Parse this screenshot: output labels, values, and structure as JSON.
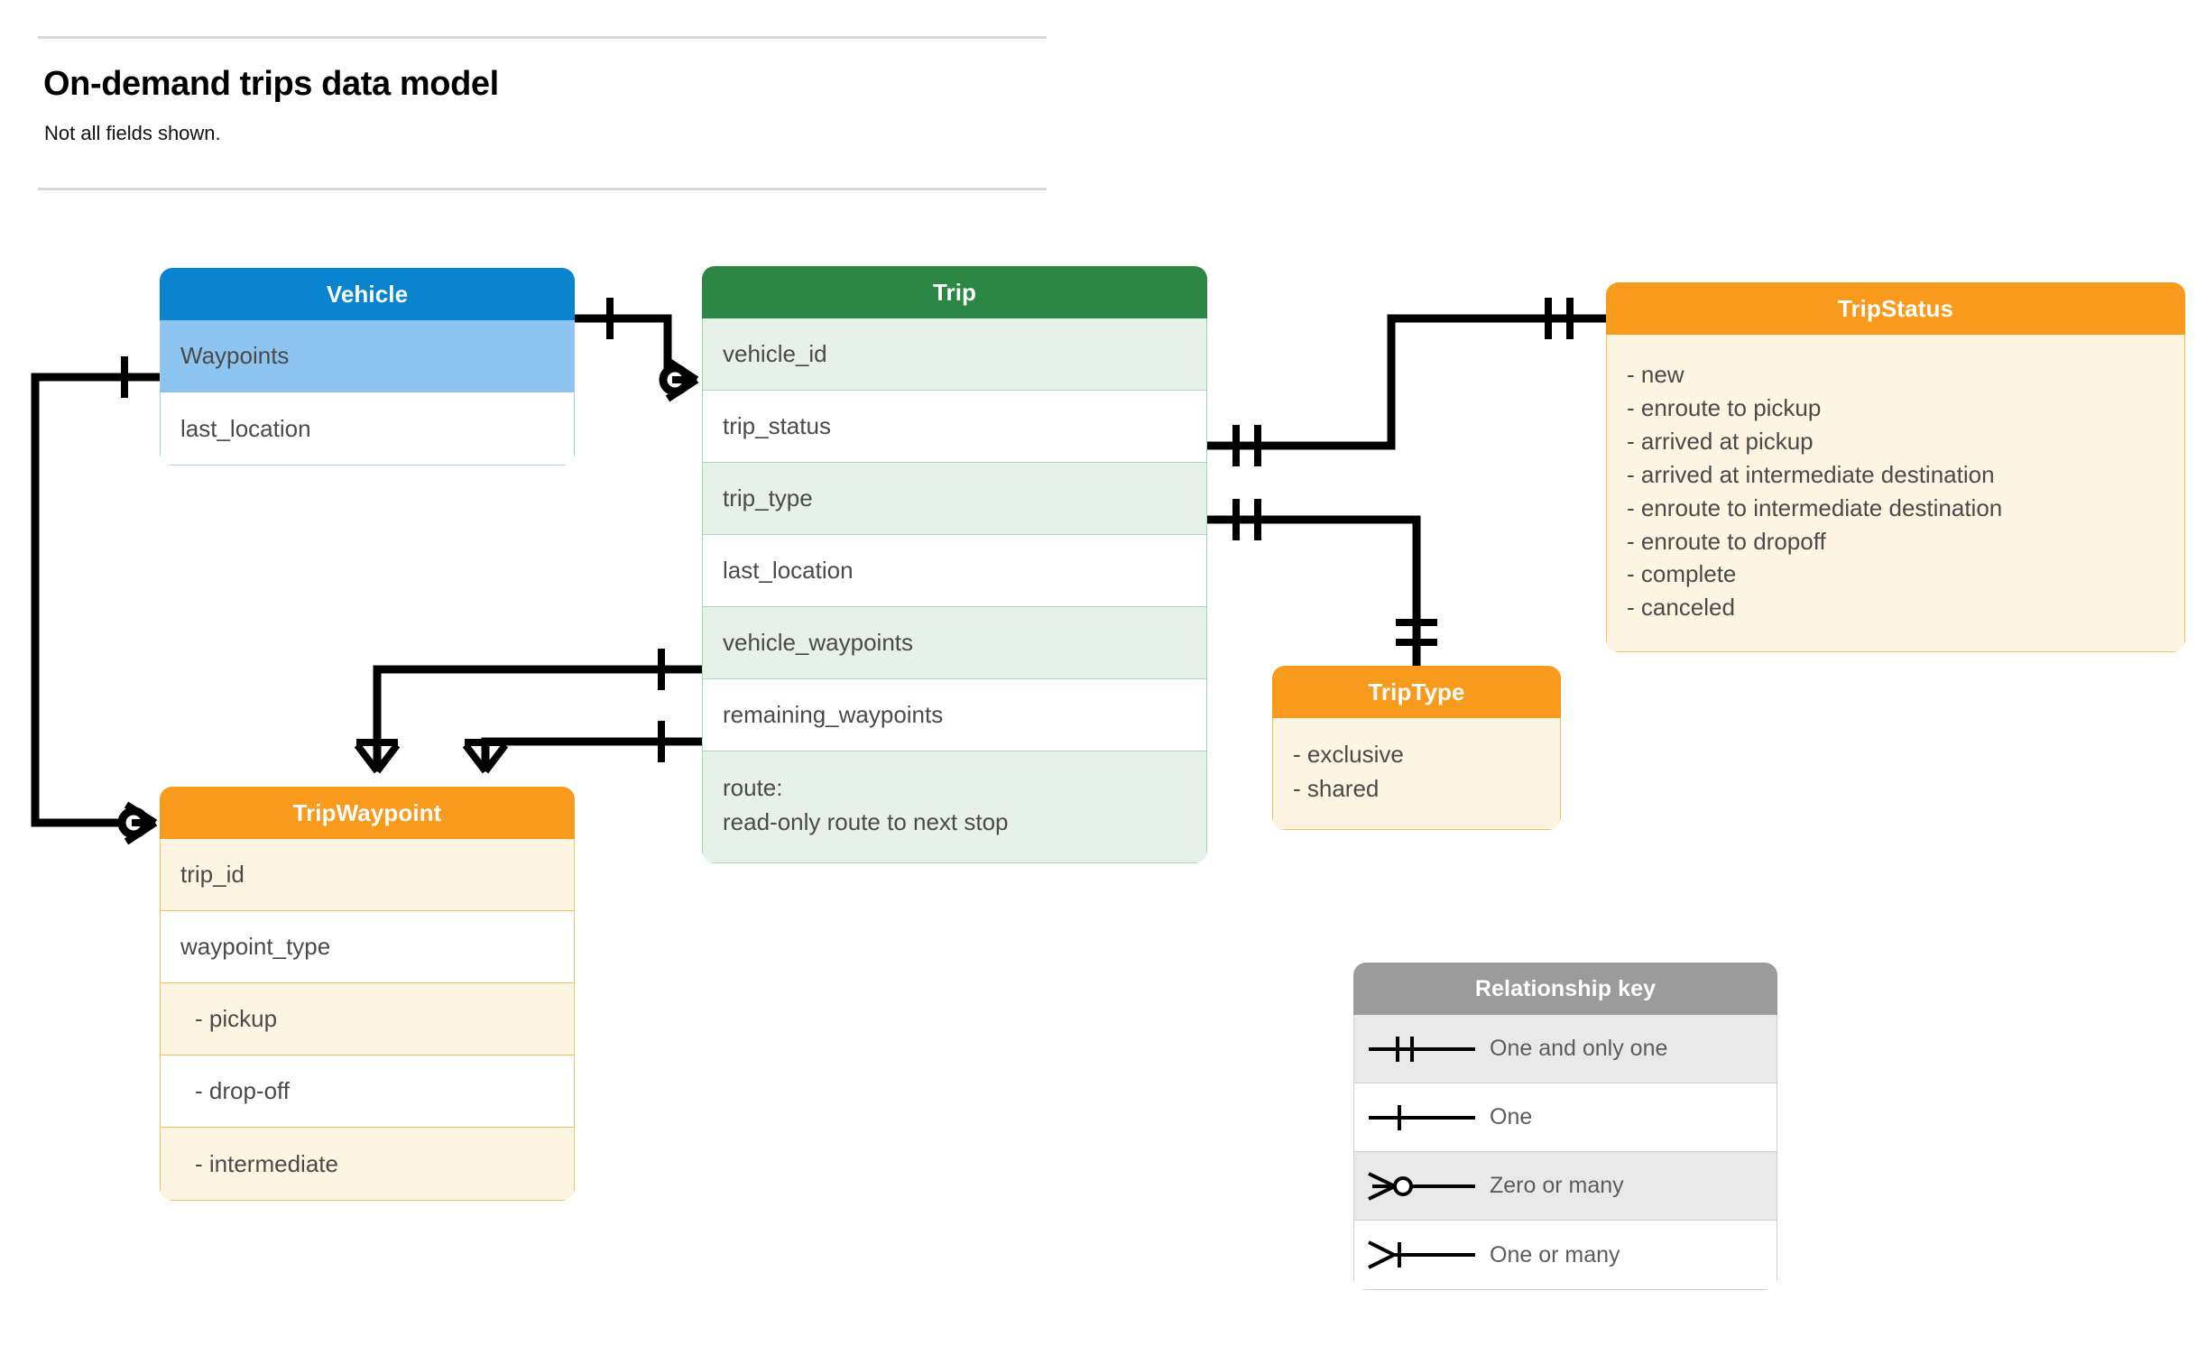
{
  "header": {
    "title": "On-demand trips data model",
    "subtitle": "Not all fields shown."
  },
  "entities": {
    "vehicle": {
      "name": "Vehicle",
      "header_color": "#0b84d0",
      "rows": [
        "Waypoints",
        "last_location"
      ]
    },
    "trip": {
      "name": "Trip",
      "header_color": "#2d8744",
      "rows": [
        "vehicle_id",
        "trip_status",
        "trip_type",
        "last_location",
        "vehicle_waypoints",
        "remaining_waypoints"
      ],
      "route_label": "route:",
      "route_desc": "read-only route to next stop"
    },
    "trip_status": {
      "name": "TripStatus",
      "header_color": "#f89a1c",
      "values": [
        "- new",
        "- enroute to pickup",
        "- arrived at pickup",
        "- arrived at intermediate destination",
        "- enroute to intermediate destination",
        "- enroute to dropoff",
        "- complete",
        "- canceled"
      ]
    },
    "trip_type": {
      "name": "TripType",
      "header_color": "#f89a1c",
      "values": [
        "- exclusive",
        "- shared"
      ]
    },
    "trip_waypoint": {
      "name": "TripWaypoint",
      "header_color": "#f89a1c",
      "rows": [
        "trip_id",
        "waypoint_type",
        "-  pickup",
        "-  drop-off",
        "-  intermediate"
      ]
    }
  },
  "legend": {
    "title": "Relationship key",
    "header_color": "#9b9b9b",
    "items": [
      {
        "symbol": "one-and-only-one",
        "label": "One and only one"
      },
      {
        "symbol": "one",
        "label": "One"
      },
      {
        "symbol": "zero-or-many",
        "label": "Zero or many"
      },
      {
        "symbol": "one-or-many",
        "label": "One or many"
      }
    ]
  },
  "relationships": [
    {
      "from": "Vehicle",
      "from_card": "one",
      "to": "Trip.vehicle_id",
      "to_card": "zero-or-many"
    },
    {
      "from": "Vehicle.Waypoints",
      "from_card": "one",
      "to": "TripWaypoint",
      "to_card": "zero-or-many"
    },
    {
      "from": "Trip.trip_status",
      "from_card": "one-and-only-one",
      "to": "TripStatus",
      "to_card": "one-and-only-one"
    },
    {
      "from": "Trip.trip_type",
      "from_card": "one-and-only-one",
      "to": "TripType",
      "to_card": "one-and-only-one"
    },
    {
      "from": "Trip.vehicle_waypoints",
      "from_card": "one",
      "to": "TripWaypoint",
      "to_card": "one-or-many"
    },
    {
      "from": "Trip.remaining_waypoints",
      "from_card": "one",
      "to": "TripWaypoint",
      "to_card": "one-or-many"
    }
  ]
}
